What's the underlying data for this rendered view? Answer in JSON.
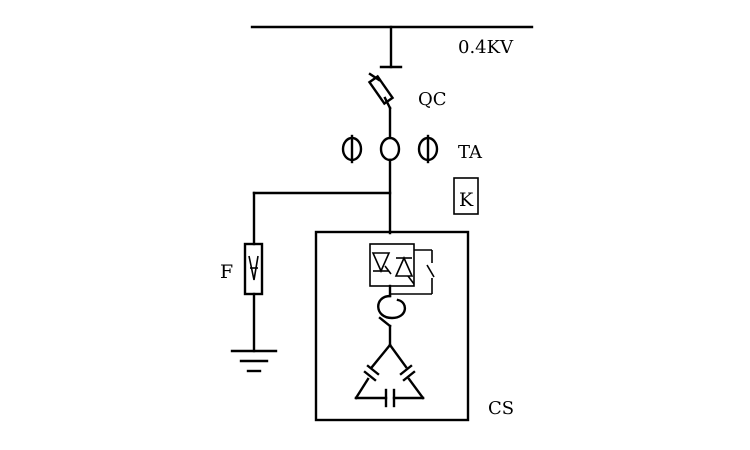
{
  "labels": {
    "bus_voltage": "0.4KV",
    "breaker": "QC",
    "current_transformer": "TA",
    "controller": "K",
    "surge_arrester": "F",
    "compensation_unit": "CS"
  },
  "colors": {
    "line": "#000000",
    "background": "#ffffff"
  }
}
